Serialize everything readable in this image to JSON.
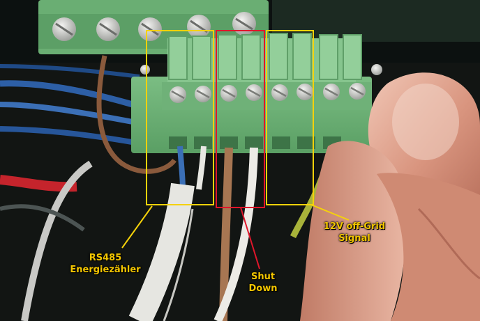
{
  "annotations": {
    "rs485": {
      "text": "RS485\nEnergiezähler",
      "color": "#f2c500"
    },
    "shutdown": {
      "text": "Shut\nDown",
      "color": "#f2c500"
    },
    "offgrid": {
      "text": "12V off-Grid\nSignal",
      "color": "#f2c500"
    }
  },
  "boxes": {
    "rs485": {
      "color": "#f5d20a"
    },
    "shutdown": {
      "color": "#e0162b"
    },
    "offgrid": {
      "color": "#f5d20a"
    }
  },
  "wire_colors": {
    "blue": "#3b6fb6",
    "white": "#e8e8e3",
    "brown": "#a77652",
    "yellow_green": "#a8b33a"
  }
}
